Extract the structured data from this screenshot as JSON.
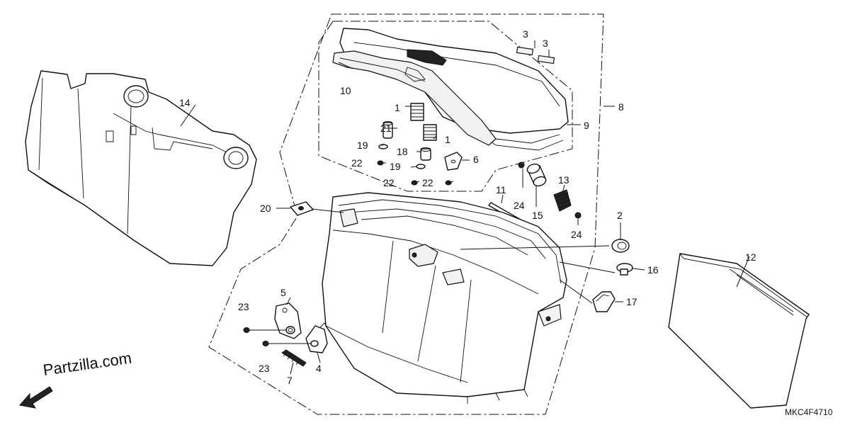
{
  "diagram": {
    "callouts": {
      "c1a": "1",
      "c1b": "1",
      "c2": "2",
      "c3a": "3",
      "c3b": "3",
      "c4": "4",
      "c5": "5",
      "c6": "6",
      "c7": "7",
      "c8": "8",
      "c9": "9",
      "c10": "10",
      "c11": "11",
      "c12": "12",
      "c13": "13",
      "c14": "14",
      "c15": "15",
      "c16": "16",
      "c17": "17",
      "c18": "18",
      "c19a": "19",
      "c19b": "19",
      "c20": "20",
      "c21": "21",
      "c22a": "22",
      "c22b": "22",
      "c22c": "22",
      "c23a": "23",
      "c23b": "23",
      "c24a": "24",
      "c24b": "24"
    },
    "watermark": "Partzilla.com",
    "diagram_code": "MKC4F4710"
  }
}
